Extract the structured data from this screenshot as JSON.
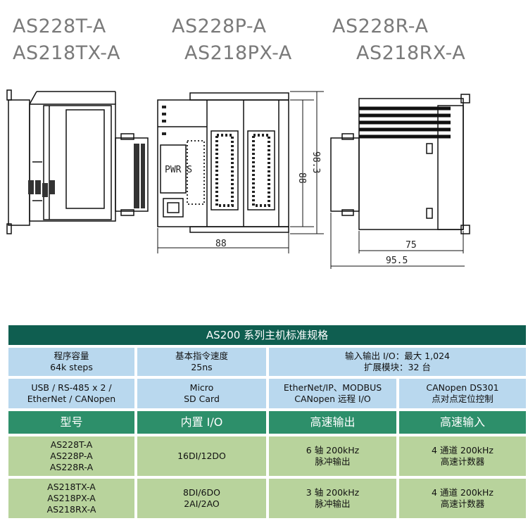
{
  "models": {
    "row1": [
      "AS228T-A",
      "AS228P-A",
      "AS228R-A"
    ],
    "row2": [
      "AS218TX-A",
      "AS218PX-A",
      "AS218RX-A"
    ]
  },
  "dimensions": {
    "front_width": "88",
    "front_height_inner": "88",
    "front_height_outer": "98.3",
    "side_depth_inner": "75",
    "side_depth_outer": "95.5",
    "module_label": "PWR S"
  },
  "spec_table": {
    "title": "AS200 系列主机标准规格",
    "row1": {
      "c1": [
        "程序容量",
        "64k steps"
      ],
      "c2": [
        "基本指令速度",
        "25ns"
      ],
      "c3": [
        "输入输出 I/O：最大 1,024",
        "扩展模块：32 台"
      ]
    },
    "row2": {
      "c1": [
        "USB / RS-485 x 2 /",
        "EtherNet / CANopen"
      ],
      "c2": [
        "Micro",
        "SD Card"
      ],
      "c3": [
        "EtherNet/IP、MODBUS",
        "CANopen 远程 I/O"
      ],
      "c4": [
        "CANopen DS301",
        "点对点定位控制"
      ]
    },
    "headers": [
      "型号",
      "内置 I/O",
      "高速输出",
      "高速输入"
    ],
    "row3": {
      "models": [
        "AS228T-A",
        "AS228P-A",
        "AS228R-A"
      ],
      "io": [
        "16DI/12DO"
      ],
      "out": [
        "6 轴 200kHz",
        "脉冲输出"
      ],
      "in": [
        "4 通道 200kHz",
        "高速计数器"
      ]
    },
    "row4": {
      "models": [
        "AS218TX-A",
        "AS218PX-A",
        "AS218RX-A"
      ],
      "io": [
        "8DI/6DO",
        "2AI/2AO"
      ],
      "out": [
        "3 轴 200kHz",
        "脉冲输出"
      ],
      "in": [
        "4 通道 200kHz",
        "高速计数器"
      ]
    }
  },
  "colors": {
    "title_bg": "#0f5e50",
    "header_bg": "#2d8f6a",
    "blue_cell": "#b9d8ee",
    "green_cell": "#b8d39c",
    "model_text": "#7a7a7a"
  }
}
